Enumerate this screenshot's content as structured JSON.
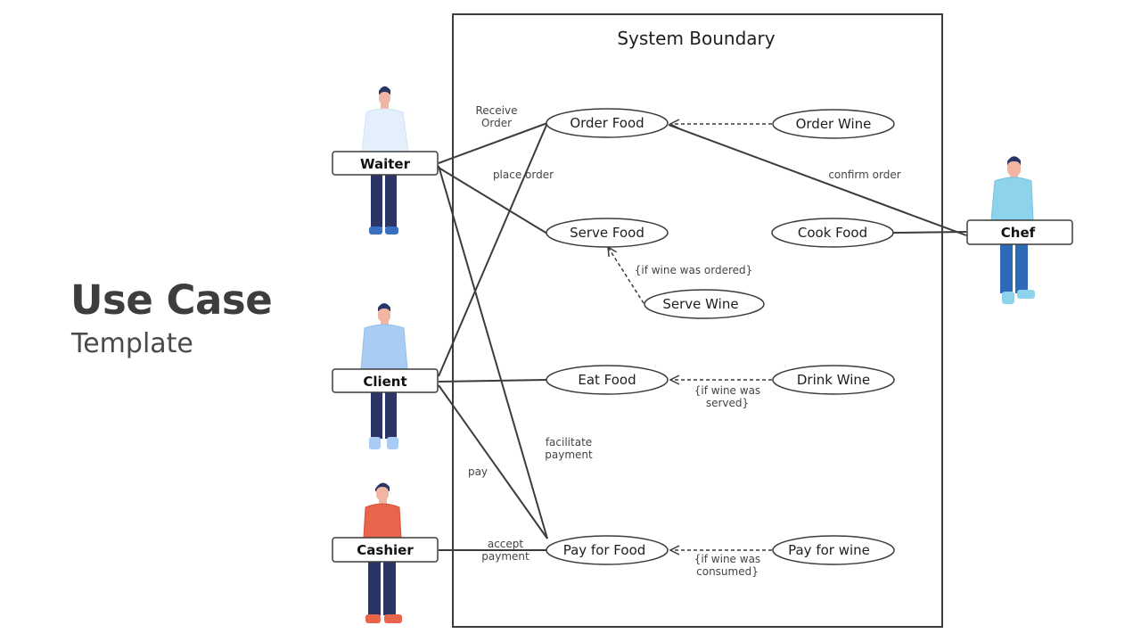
{
  "slide": {
    "title": "Use Case",
    "subtitle": "Template"
  },
  "diagram": {
    "boundary_label": "System Boundary",
    "actors": {
      "waiter": "Waiter",
      "client": "Client",
      "cashier": "Cashier",
      "chef": "Chef"
    },
    "use_cases": {
      "order_food": "Order Food",
      "order_wine": "Order Wine",
      "serve_food": "Serve Food",
      "cook_food": "Cook Food",
      "serve_wine": "Serve Wine",
      "eat_food": "Eat Food",
      "drink_wine": "Drink Wine",
      "pay_for_food": "Pay for Food",
      "pay_for_wine": "Pay for wine"
    },
    "edge_labels": {
      "receive_order_1": "Receive",
      "receive_order_2": "Order",
      "place_order": "place order",
      "confirm_order": "confirm order",
      "if_wine_ordered": "{if wine was ordered}",
      "if_wine_served_1": "{if wine was",
      "if_wine_served_2": "served}",
      "facilitate_payment_1": "facilitate",
      "facilitate_payment_2": "payment",
      "pay": "pay",
      "accept_payment_1": "accept",
      "accept_payment_2": "payment",
      "if_wine_consumed_1": "{if wine was",
      "if_wine_consumed_2": "consumed}"
    },
    "colors": {
      "line": "#3c3c3c",
      "shirt_waiter": "#e3f0fb",
      "shirt_client": "#a9cdf2",
      "jacket_cashier": "#e8644a",
      "shirt_chef": "#8ed3ec",
      "pants_dark": "#2a3566",
      "pants_chef": "#2d6bb8"
    }
  }
}
